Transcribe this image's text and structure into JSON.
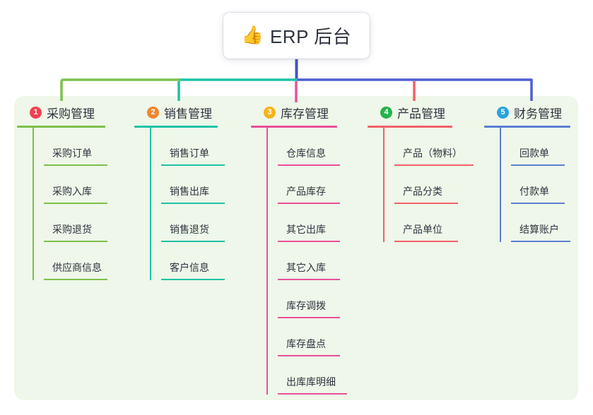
{
  "root": {
    "icon": "thumbs-up-icon",
    "icon_glyph": "👍",
    "title": "ERP 后台"
  },
  "panel": {
    "background_color": "#eef7e9"
  },
  "connectors": {
    "trunk_color": "#4355c7",
    "bar_left_color": "#7cc04a",
    "bar_mid_color": "#1fc2a7",
    "bar_right_color": "#4d5fd1"
  },
  "columns": [
    {
      "index": "1",
      "badge_color": "#f0414f",
      "line_color": "#7cc04a",
      "title": "采购管理",
      "items": [
        "采购订单",
        "采购入库",
        "采购退货",
        "供应商信息"
      ]
    },
    {
      "index": "2",
      "badge_color": "#f2862f",
      "line_color": "#1fc2a7",
      "title": "销售管理",
      "items": [
        "销售订单",
        "销售出库",
        "销售退货",
        "客户信息"
      ]
    },
    {
      "index": "3",
      "badge_color": "#f5b417",
      "line_color": "#ea509b",
      "title": "库存管理",
      "items": [
        "仓库信息",
        "产品库存",
        "其它出库",
        "其它入库",
        "库存调拨",
        "库存盘点",
        "出库库明细"
      ]
    },
    {
      "index": "4",
      "badge_color": "#23b34e",
      "line_color": "#f26169",
      "title": "产品管理",
      "items": [
        "产品（物料）",
        "产品分类",
        "产品单位"
      ]
    },
    {
      "index": "5",
      "badge_color": "#29a3e0",
      "line_color": "#5b7fd4",
      "title": "财务管理",
      "items": [
        "回款单",
        "付款单",
        "结算账户"
      ]
    }
  ],
  "layout": {
    "column_left": [
      24,
      190,
      355,
      520,
      685
    ],
    "column_head_width": [
      125,
      118,
      122,
      120,
      122
    ],
    "item_rule_width": [
      90,
      90,
      88,
      112,
      82
    ]
  }
}
